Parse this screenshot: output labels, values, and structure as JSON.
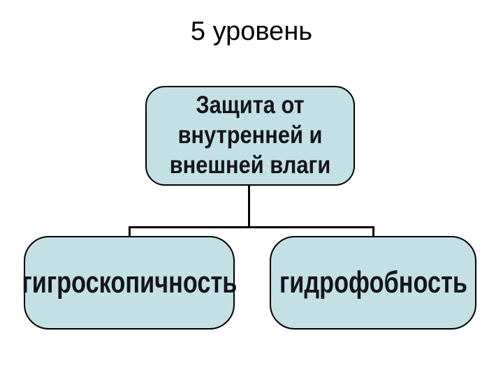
{
  "slide": {
    "title": "5 уровень",
    "tree": {
      "root": {
        "label": "Защита от внутренней и внешней влаги",
        "lines": [
          "Защита от",
          "внутренней и",
          "внешней влаги"
        ]
      },
      "children": [
        {
          "label": "гигроскопичность"
        },
        {
          "label": "гидрофобность"
        }
      ]
    },
    "colors": {
      "background": "#ffffff",
      "title_text": "#000000",
      "node_fill": "#c3e1e5",
      "node_border": "#000000",
      "node_text": "#14141c",
      "connector": "#000000"
    }
  }
}
